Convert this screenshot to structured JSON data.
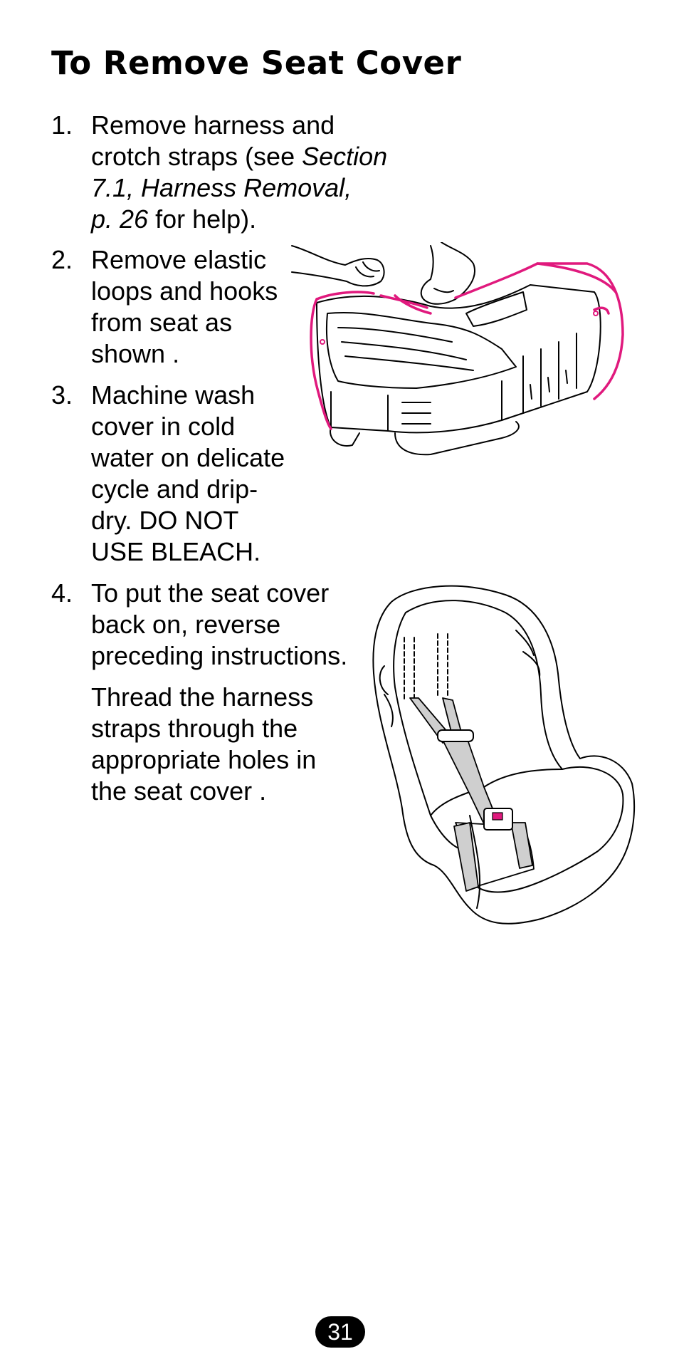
{
  "title": "To Remove Seat Cover",
  "steps": [
    {
      "number": "1.",
      "line1": "Remove harness and",
      "line2_pre": "crotch straps (see ",
      "line2_em": "Section",
      "line3_em": "7.1, Harness Removal,",
      "line4_em": "p. 26",
      "line4_post": " for help)."
    },
    {
      "number": "2.",
      "lines": [
        "Remove elastic",
        "loops and hooks",
        "from seat as",
        "shown     ."
      ]
    },
    {
      "number": "3.",
      "lines": [
        "Machine wash",
        "cover in cold",
        "water on delicate",
        "cycle and drip-",
        "dry. DO NOT",
        "USE BLEACH."
      ]
    },
    {
      "number": "4.",
      "lines": [
        "To put the seat cover",
        "back on, reverse",
        "preceding instructions."
      ],
      "extra_lines": [
        "Thread the harness",
        "straps through the",
        "appropriate holes in",
        "the seat cover     ."
      ]
    }
  ],
  "page_number": "31",
  "colors": {
    "accent": "#e0197d",
    "ink": "#000000",
    "strap_fill": "#cfcfcf"
  }
}
